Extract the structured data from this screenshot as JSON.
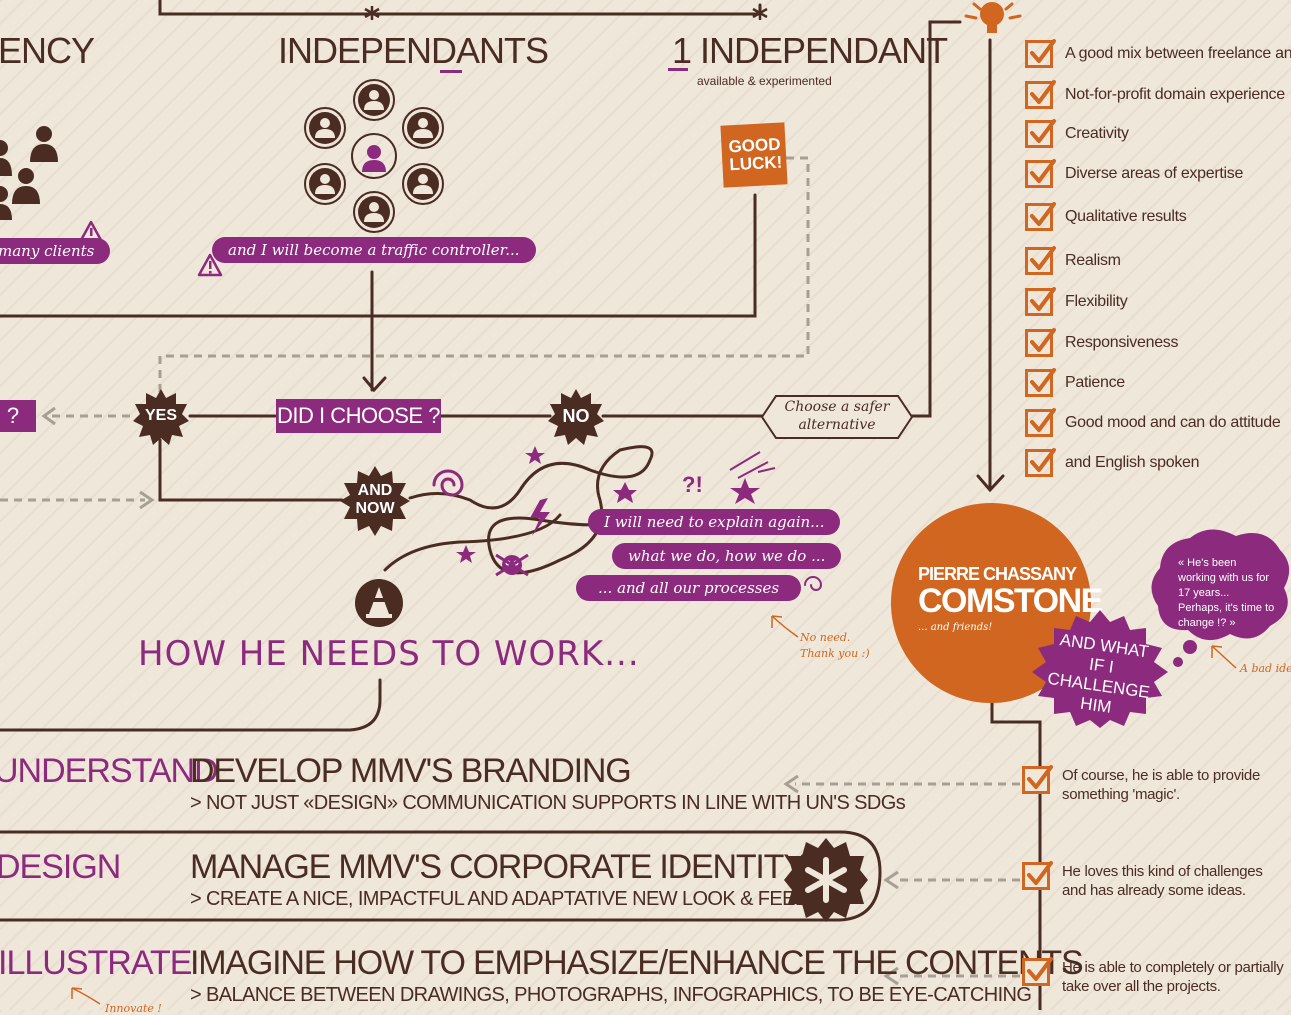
{
  "columns": {
    "agency_fragment": "ENCY",
    "independants": "INDEPENDANTS",
    "one_independant": "1 INDEPENDANT",
    "one_independant_sub": "available & experimented"
  },
  "bubbles": {
    "many_clients": "many clients",
    "traffic_controller": "and I will become a traffic controller...",
    "explain_again": "I will need to explain again...",
    "what_we_do": "what we do, how we do ...",
    "processes": "... and all our processes"
  },
  "badges": {
    "good_luck": "GOOD LUCK!",
    "yes": "YES",
    "no": "NO",
    "and_now": "AND NOW",
    "did_i_choose": "DID I CHOOSE ?",
    "left_question": "?",
    "safer_alternative": "Choose a safer alternative",
    "interrobang": "?!"
  },
  "how_title": "HOW HE NEEDS TO WORK...",
  "no_need": "No need. Thank you :)",
  "checklist": [
    "A good mix between freelance and ag",
    "Not-for-profit domain experience",
    "Creativity",
    "Diverse areas of expertise",
    "Qualitative results",
    "Realism",
    "Flexibility",
    "Responsiveness",
    "Patience",
    "Good mood and can do attitude",
    "and English spoken"
  ],
  "person": {
    "first": "PIERRE CHASSANY",
    "last": "COMSTONE",
    "friends": "... and friends!"
  },
  "challenge": "AND WHAT IF I CHALLENGE HIM",
  "thought": "« He's been working with us for 17 years... Perhaps, it's time to change !? »",
  "bad_idea": "A bad ide",
  "work_rows": [
    {
      "left": "UNDERSTAND",
      "title": "DEVELOP  MMV'S BRANDING",
      "sub": "> NOT JUST «DESIGN» COMMUNICATION SUPPORTS IN LINE WITH UN'S SDGs"
    },
    {
      "left": "DESIGN",
      "title": "MANAGE MMV'S CORPORATE IDENTITY",
      "sub": "> CREATE A NICE, IMPACTFUL AND ADAPTATIVE NEW LOOK & FEEL"
    },
    {
      "left": "ILLUSTRATE",
      "title": "IMAGINE HOW TO EMPHASIZE/ENHANCE THE CONTENTS",
      "sub": "> BALANCE BETWEEN DRAWINGS, PHOTOGRAPHS, INFOGRAPHICS, TO BE EYE-CATCHING"
    }
  ],
  "innovate": "Innovate !",
  "answers": [
    "Of course, he is able to provide something 'magic'.",
    "He loves this kind of challenges and has already some ideas.",
    "He is able to completely or partially take over all the projects."
  ],
  "colors": {
    "brown": "#4a2c22",
    "purple": "#8c2a7e",
    "orange": "#d0661f",
    "background": "#efe7da"
  }
}
